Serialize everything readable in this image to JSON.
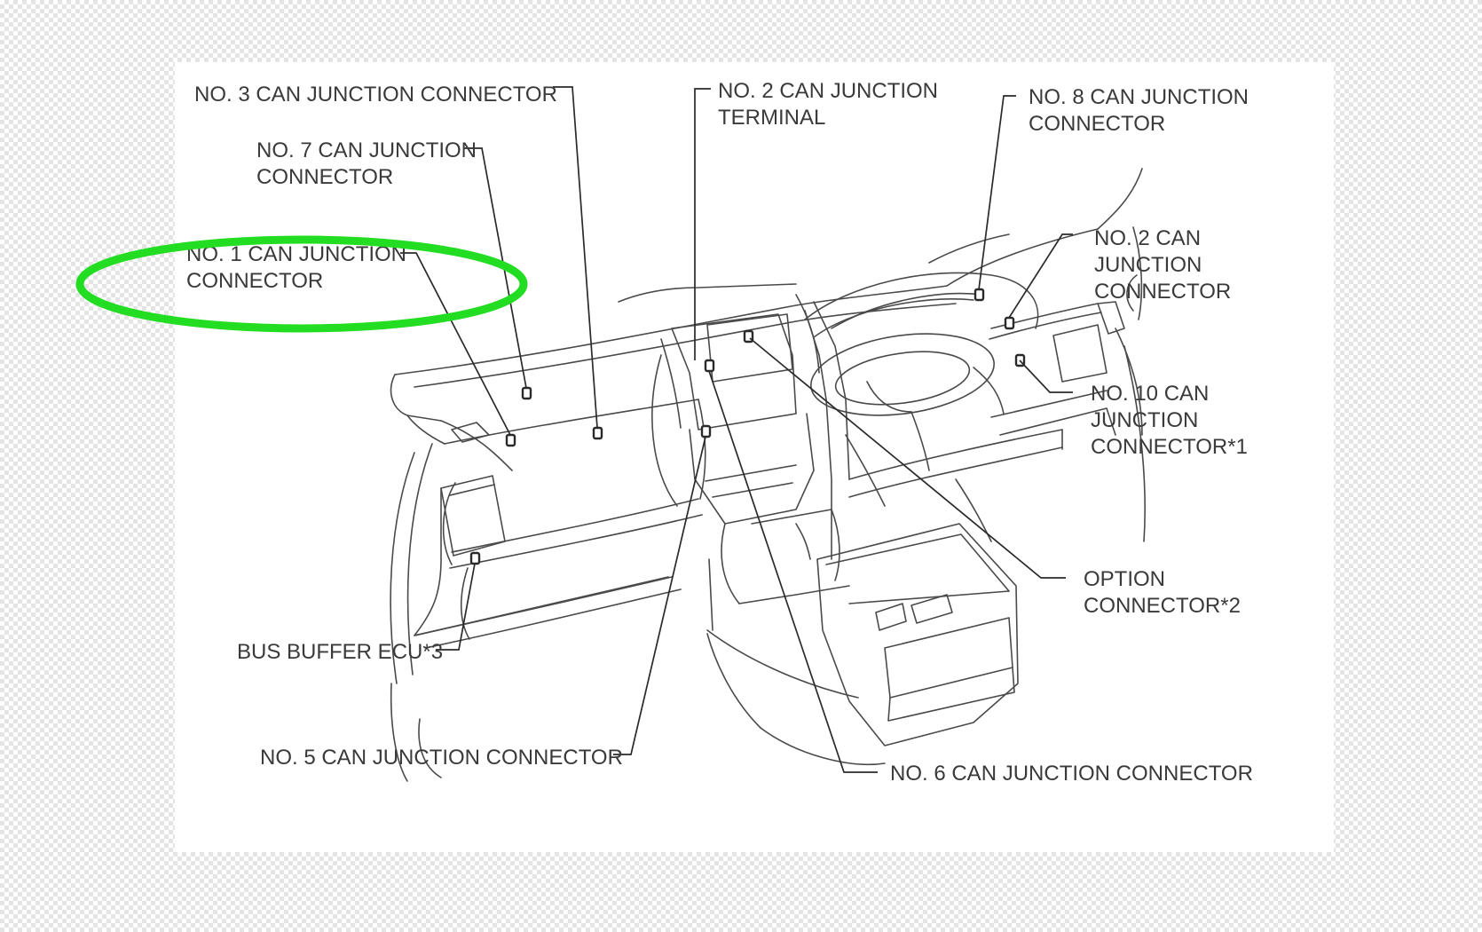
{
  "labels": {
    "no3": "NO. 3 CAN JUNCTION CONNECTOR",
    "no7_l1": "NO. 7 CAN JUNCTION",
    "no7_l2": "CONNECTOR",
    "no1_l1": "NO. 1 CAN JUNCTION",
    "no1_l2": "CONNECTOR",
    "no2t_l1": "NO. 2 CAN JUNCTION",
    "no2t_l2": "TERMINAL",
    "no8_l1": "NO. 8 CAN JUNCTION",
    "no8_l2": "CONNECTOR",
    "no2c_l1": "NO. 2 CAN",
    "no2c_l2": "JUNCTION",
    "no2c_l3": "CONNECTOR",
    "no10_l1": "NO. 10 CAN",
    "no10_l2": "JUNCTION",
    "no10_l3": "CONNECTOR*1",
    "option_l1": "OPTION",
    "option_l2": "CONNECTOR*2",
    "bus_buffer": "BUS BUFFER ECU*3",
    "no5": "NO. 5 CAN JUNCTION CONNECTOR",
    "no6": "NO. 6 CAN JUNCTION CONNECTOR"
  },
  "highlight": {
    "target": "NO. 1 CAN JUNCTION CONNECTOR",
    "color": "#22dd22"
  },
  "colors": {
    "line": "#4a4a4a",
    "text": "#3a3a3a",
    "background_checker": "#e4e4e4"
  }
}
